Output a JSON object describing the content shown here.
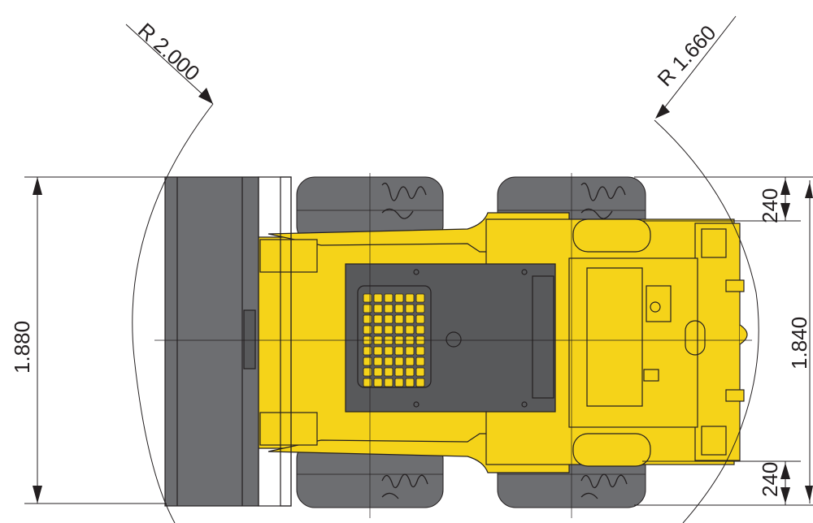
{
  "dimensions": {
    "radius_bucket": "R 2.000",
    "radius_rear": "R 1.660",
    "overall_width": "1.880",
    "track_width": "1.840",
    "tire_width_top": "240",
    "tire_width_bottom": "240"
  },
  "colors": {
    "machine_yellow": "#f5d319",
    "yellow_dark": "#c9a70a",
    "bucket_gray": "#6d6e71",
    "tire_gray": "#6d6e71",
    "cab_gray": "#58595b",
    "line": "#231f20"
  }
}
